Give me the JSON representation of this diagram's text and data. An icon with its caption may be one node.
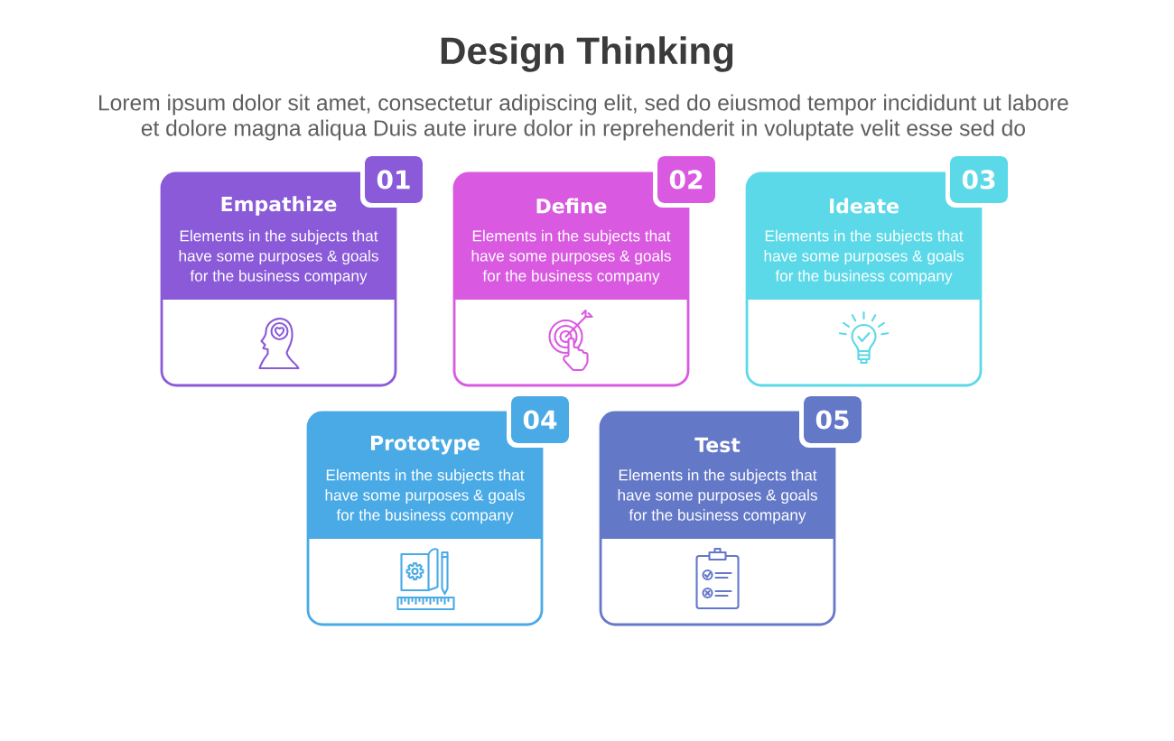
{
  "diagram": {
    "title": "Design Thinking",
    "nodes": [
      {
        "text": [
          "Empathize",
          "Elements in the subjects that have some purposes & goals for the business company"
        ]
      },
      {
        "text": [
          "01"
        ]
      },
      {
        "text": [
          "Define",
          "Elements in the subjects that have some purposes & goals for the business company"
        ]
      },
      {
        "text": [
          "02"
        ]
      },
      {
        "text": [
          "Ideate",
          "Elements in the subjects that have some purposes & goals for the business company"
        ]
      },
      {
        "text": [
          "03"
        ]
      },
      {
        "text": [
          "Prototype",
          "Elements in the subjects that have some purposes & goals for the business company"
        ]
      },
      {
        "text": [
          "04"
        ]
      },
      {
        "text": [
          "Test",
          "Elements in the subjects that have some purposes & goals for the business company"
        ]
      },
      {
        "text": [
          "05"
        ]
      }
    ],
    "labels": [
      "Lorem ipsum dolor sit amet, consectetur adipiscing elit, sed do eiusmod tempor incididunt ut labore et dolore magna aliqua Duis aute irure dolor in reprehenderit in voluptate velit esse sed do"
    ]
  }
}
